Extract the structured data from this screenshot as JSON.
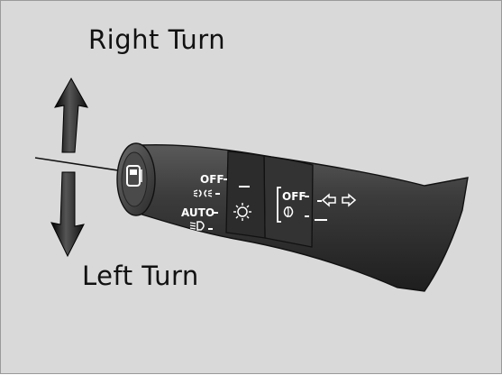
{
  "labels": {
    "up": "Right Turn",
    "down": "Left Turn"
  },
  "stalk": {
    "headlight_positions": [
      "OFF",
      "AUTO"
    ],
    "fog_position": "OFF"
  },
  "icons": [
    "lane-change-car-icon",
    "parking-light-icon",
    "low-beam-icon",
    "daytime-light-icon",
    "fog-light-icon",
    "turn-signal-arrows-icon",
    "up-arrow-icon",
    "down-arrow-icon"
  ],
  "colors": {
    "background": "#d9d9d9",
    "stalk_body": "#3a3a3a",
    "stalk_text": "#ffffff",
    "arrow_fill": "#111111"
  }
}
